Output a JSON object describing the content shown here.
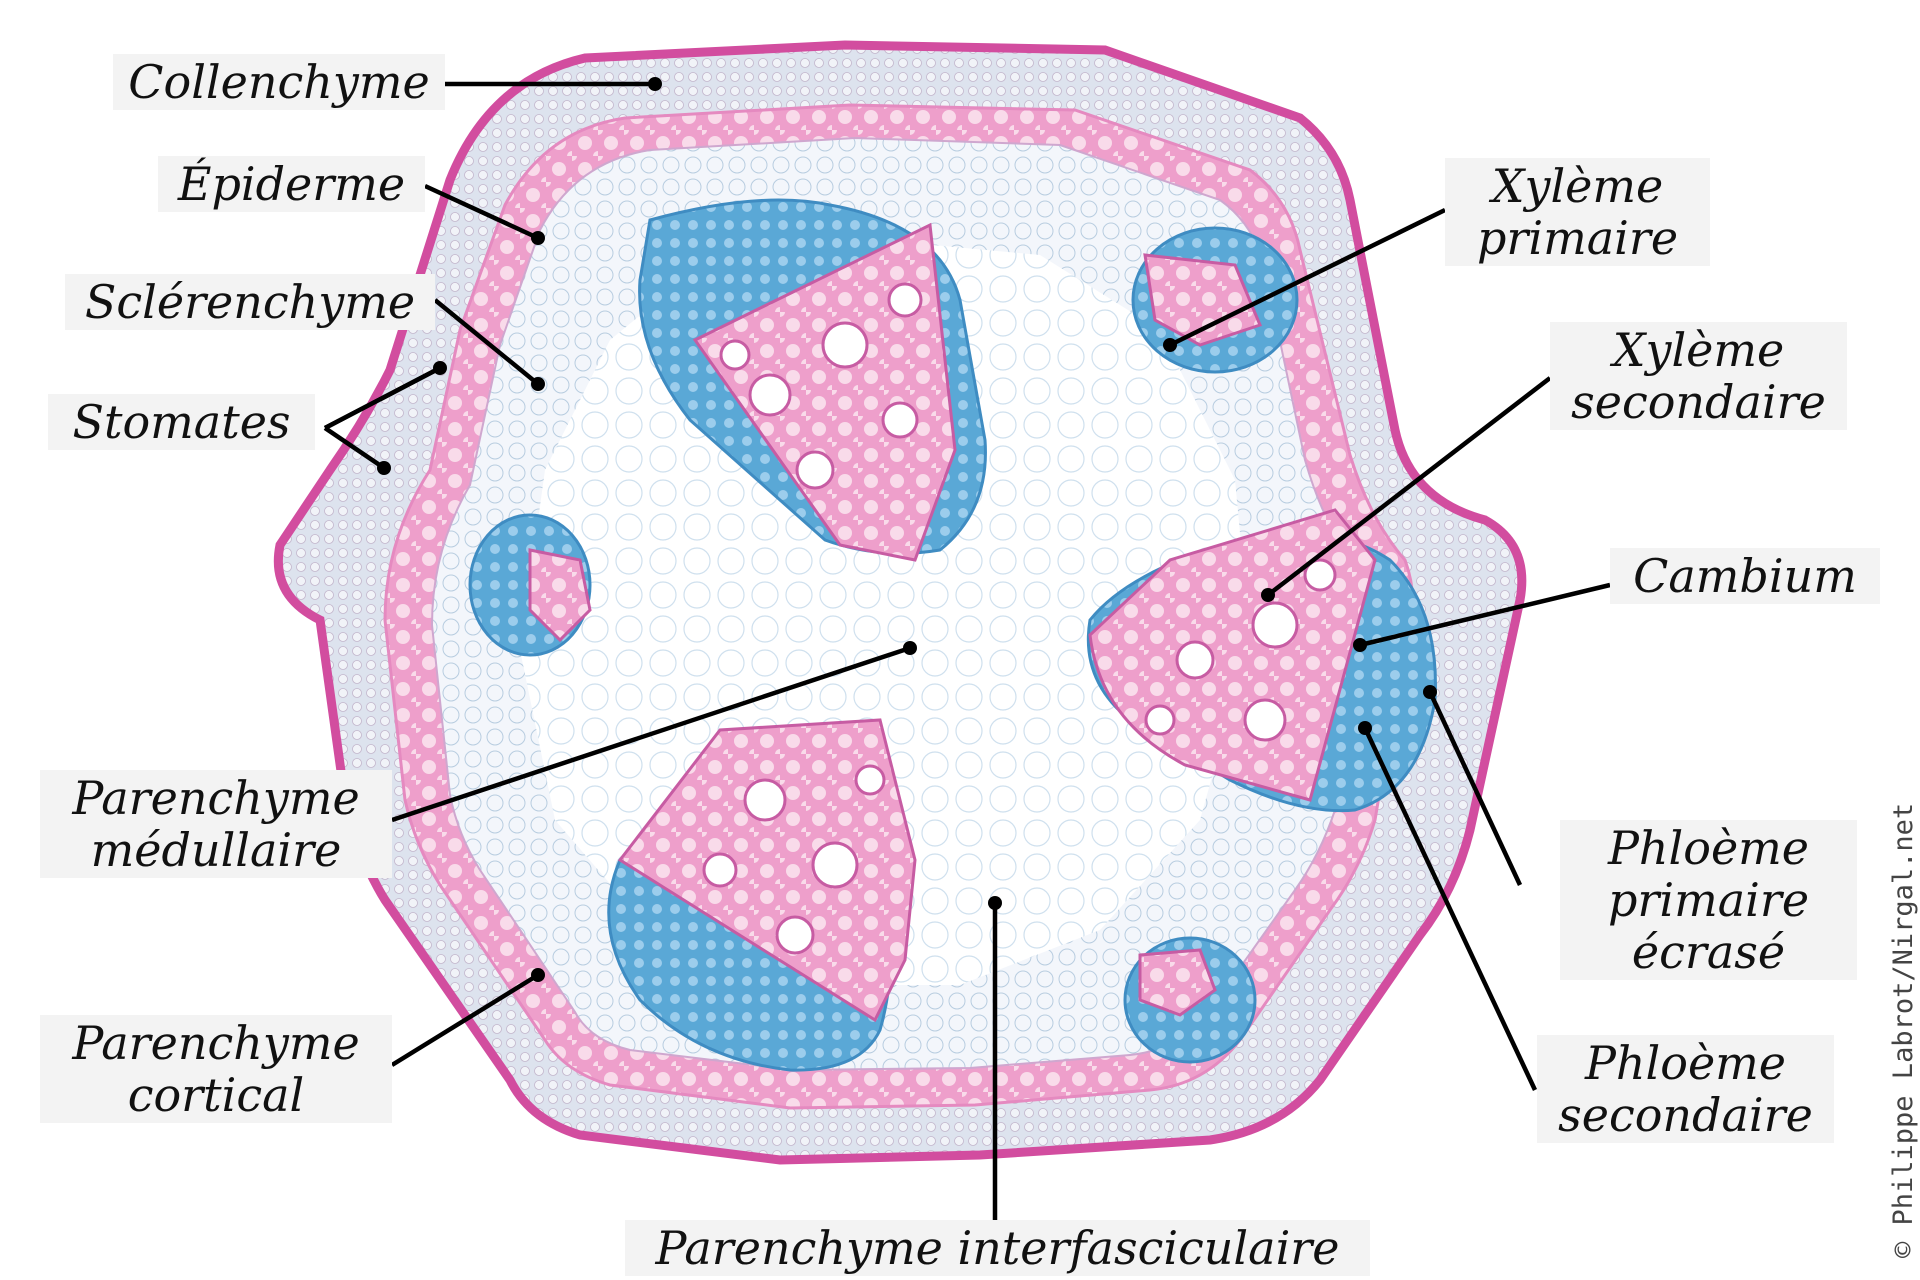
{
  "labels": {
    "collenchyme": "Collenchyme",
    "epiderme": "Épiderme",
    "sclerenchyme": "Sclérenchyme",
    "stomates": "Stomates",
    "parenchyme_medullaire": [
      "Parenchyme",
      "médullaire"
    ],
    "parenchyme_cortical": [
      "Parenchyme",
      "cortical"
    ],
    "parenchyme_interfasciculaire": "Parenchyme interfasciculaire",
    "xyleme_primaire": [
      "Xylème",
      "primaire"
    ],
    "xyleme_secondaire": [
      "Xylème",
      "secondaire"
    ],
    "cambium": "Cambium",
    "phloeme_primaire": [
      "Phloème",
      "primaire",
      "écrasé"
    ],
    "phloeme_secondaire": [
      "Phloème",
      "secondaire"
    ]
  },
  "credit": "© Philippe Labrot/Nirgal.net",
  "colors": {
    "epidermis": "#d85aa8",
    "collenchyme": "#dfe4ee",
    "sclerenchyme": "#ef9fc9",
    "cortex": "#f4f6fa",
    "xylem": "#e79ccb",
    "phloem": "#6fb4dc",
    "pith": "#ffffff",
    "label_bg": "#f3f3f3",
    "line": "#000000"
  }
}
